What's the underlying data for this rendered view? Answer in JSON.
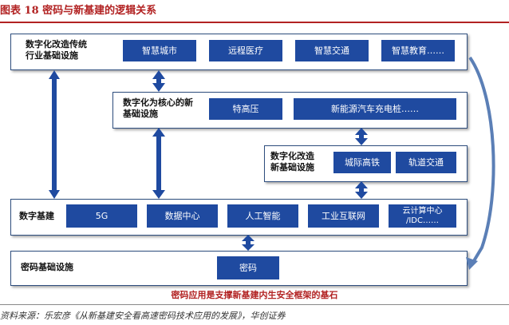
{
  "title": "图表 18  密码与新基建的逻辑关系",
  "panels": {
    "digital_upgrade": {
      "label": "数字化改造传统\n行业基础设施",
      "nodes": [
        "智慧城市",
        "远程医疗",
        "智慧交通",
        "智慧教育……"
      ]
    },
    "digital_core": {
      "label": "数字化为核心的新\n基础设施",
      "nodes": [
        "特高压",
        "新能源汽车充电桩……"
      ]
    },
    "digital_new": {
      "label": "数字化改造\n新基础设施",
      "nodes": [
        "城际高铁",
        "轨道交通"
      ]
    },
    "digital_base": {
      "label": "数字基建",
      "nodes": [
        "5G",
        "数据中心",
        "人工智能",
        "工业互联网",
        "云计算中心\n/IDC……"
      ]
    },
    "crypto": {
      "label": "密码基础设施",
      "nodes": [
        "密码"
      ]
    }
  },
  "caption": "密码应用是支撑新基建内生安全框架的基石",
  "source": "资料来源：乐宏彦《从新基建安全看高速密码技术应用的发展》，华创证券",
  "colors": {
    "node": "#1f4aa0",
    "title": "#b22222",
    "border": "#2e4e7e"
  }
}
